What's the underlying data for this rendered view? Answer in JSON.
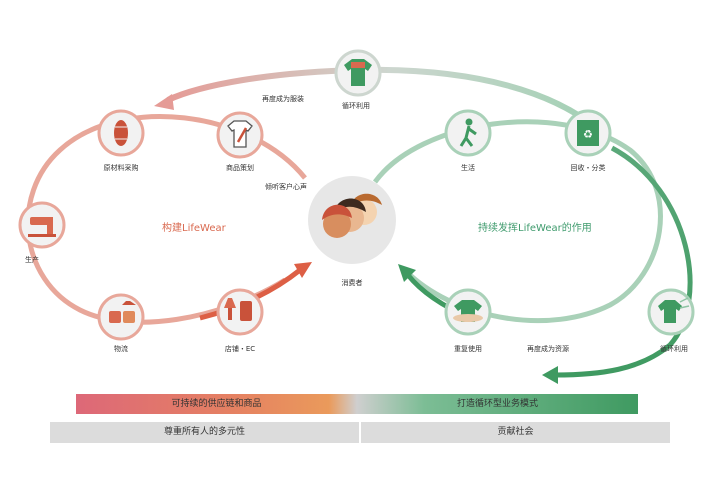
{
  "nodes": {
    "raw_materials": "原材料采购",
    "product_planning": "商品策划",
    "production": "生产",
    "logistics": "物流",
    "store_ec": "店铺・EC",
    "customer": "消费者",
    "life": "生活",
    "recycle_sort": "回收・分类",
    "reuse": "重复使用",
    "recycle_top": "循环利用",
    "recycle_right": "循环利用"
  },
  "flow_labels": {
    "listen": "倾听客户心声",
    "remake_clothes": "再度成为服装",
    "remake_resource": "再度成为资源"
  },
  "loops": {
    "left": "构建LifeWear",
    "right": "持续发挥LifeWear的作用"
  },
  "bars": {
    "top_left": "可持续的供应链和商品",
    "top_right": "打造循环型业务模式",
    "bottom_left": "尊重所有人的多元性",
    "bottom_right": "贡献社会"
  },
  "colors": {
    "left_loop": "#e8a79a",
    "left_accent": "#dd5f45",
    "right_loop": "#a9d1b8",
    "right_accent": "#3f9a61",
    "node_fill": "#f2f2f2"
  }
}
